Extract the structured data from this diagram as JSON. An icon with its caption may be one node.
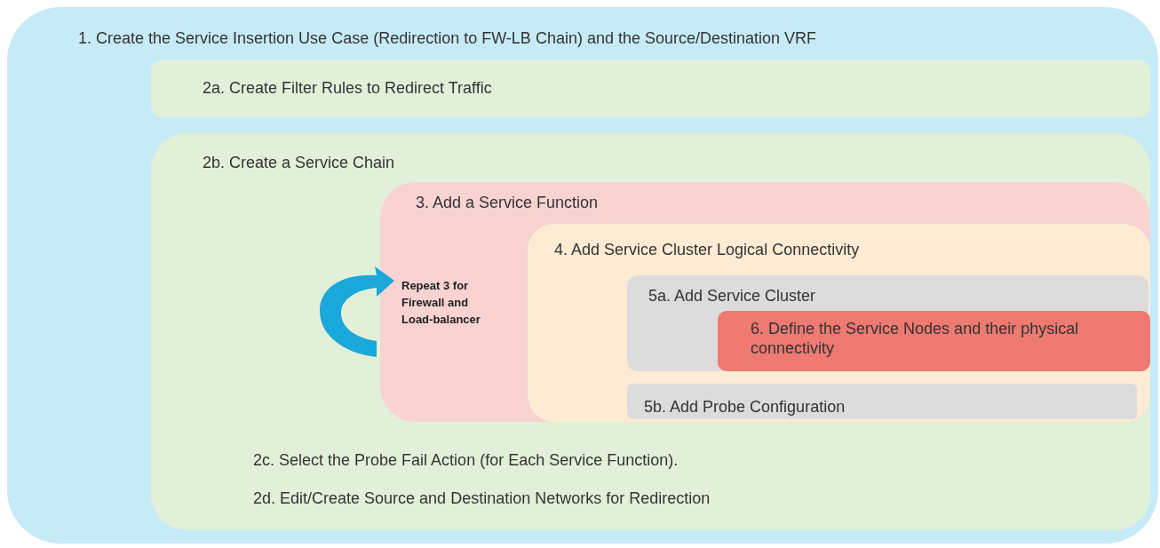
{
  "diagram": {
    "nodes": [
      {
        "text": [
          "1. Create the Service Insertion Use Case (Redirection to FW-LB Chain) and the Source/Destination VRF"
        ]
      },
      {
        "text": [
          "2a. Create Filter Rules to Redirect Traffic"
        ],
        "in": 0
      },
      {
        "text": [
          "2b. Create a Service Chain",
          "2c. Select the Probe Fail Action (for Each Service Function).",
          "2d. Edit/Create Source and Destination Networks for Redirection"
        ],
        "in": 0
      },
      {
        "text": [
          "3. Add a Service Function",
          "Repeat 3 for Firewall and Load-balancer"
        ],
        "in": 2
      },
      {
        "text": [
          "4. Add Service Cluster Logical Connectivity"
        ],
        "in": 3
      },
      {
        "text": [
          "5a. Add Service Cluster"
        ],
        "in": 4
      },
      {
        "text": [
          "6. Define the Service Nodes and their physical connectivity"
        ],
        "in": 5
      },
      {
        "text": [
          "5b. Add Probe Configuration"
        ],
        "in": 4
      }
    ],
    "edges": []
  }
}
